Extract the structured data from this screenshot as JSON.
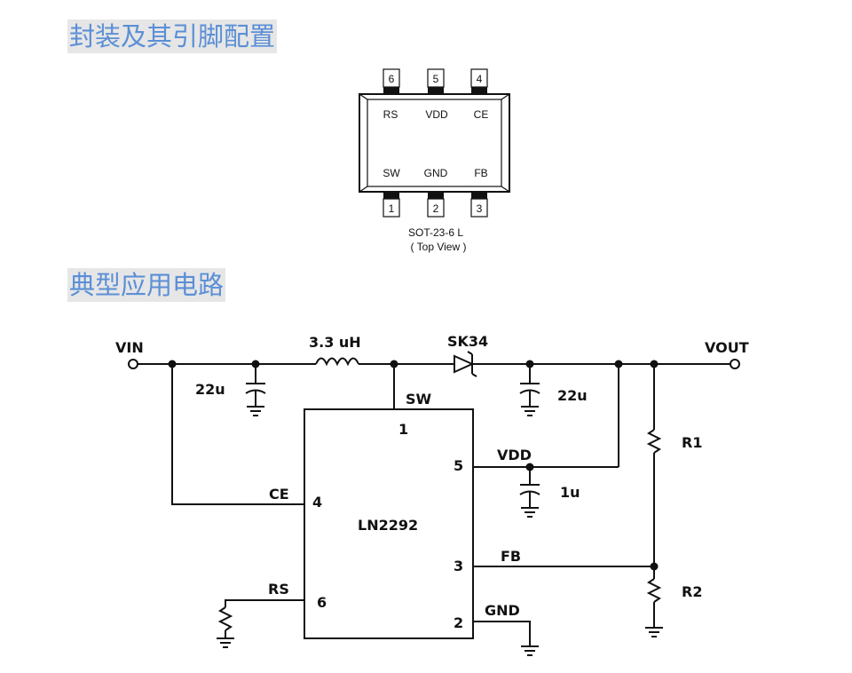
{
  "headings": {
    "package": "封装及其引脚配置",
    "circuit": "典型应用电路"
  },
  "package": {
    "top_pins": [
      "6",
      "5",
      "4"
    ],
    "top_labels": [
      "RS",
      "VDD",
      "CE"
    ],
    "bottom_labels": [
      "SW",
      "GND",
      "FB"
    ],
    "bottom_pins": [
      "1",
      "2",
      "3"
    ],
    "name": "SOT-23-6 L",
    "view": "(   Top View  )"
  },
  "schematic": {
    "vin": "VIN",
    "vout": "VOUT",
    "inductor": "3.3 uH",
    "diode": "SK34",
    "cap_in": "22u",
    "cap_out": "22u",
    "cap_vdd": "1u",
    "ic_name": "LN2292",
    "r1": "R1",
    "r2": "R2",
    "pins": {
      "sw": {
        "label": "SW",
        "num": "1"
      },
      "vdd": {
        "label": "VDD",
        "num": "5"
      },
      "ce": {
        "label": "CE",
        "num": "4"
      },
      "fb": {
        "label": "FB",
        "num": "3"
      },
      "rs": {
        "label": "RS",
        "num": "6"
      },
      "gnd": {
        "label": "GND",
        "num": "2"
      }
    }
  }
}
